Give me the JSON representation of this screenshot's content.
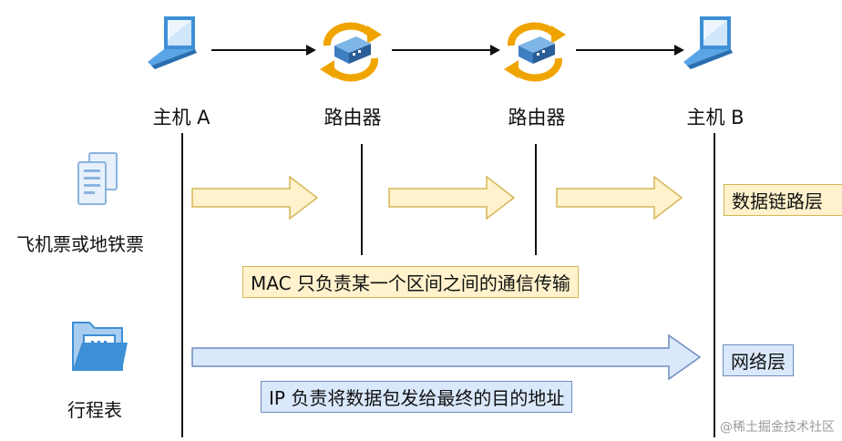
{
  "nodes": [
    {
      "label": "主机 A",
      "icon": "laptop-icon"
    },
    {
      "label": "路由器",
      "icon": "router-icon"
    },
    {
      "label": "路由器",
      "icon": "router-icon"
    },
    {
      "label": "主机 B",
      "icon": "laptop-icon"
    }
  ],
  "layers": {
    "datalink": {
      "side_label": "飞机票或地铁票",
      "side_icon": "document-icon",
      "layer_name": "数据链路层",
      "description": "MAC 只负责某一个区间之间的通信传输"
    },
    "network": {
      "side_label": "行程表",
      "side_icon": "folder-icon",
      "layer_name": "网络层",
      "description": "IP 负责将数据包发给最终的目的地址"
    }
  },
  "colors": {
    "mac_fill": "#fff2cc",
    "mac_stroke": "#d6b656",
    "ip_fill": "#dae8fc",
    "ip_stroke": "#6c8ebf",
    "laptop_blue": "#3d8fd6",
    "router_orange": "#f0a400"
  },
  "watermark": "@稀土掘金技术社区"
}
